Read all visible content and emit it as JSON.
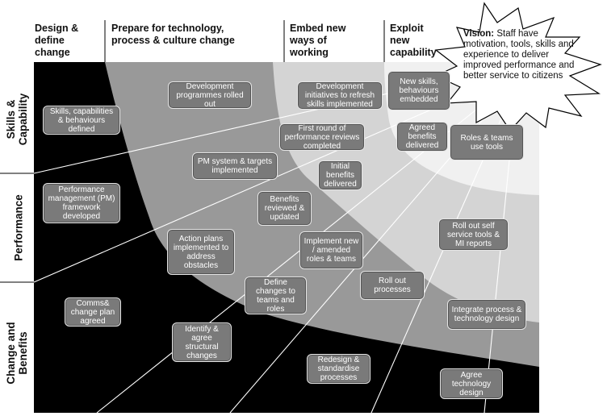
{
  "phases": [
    {
      "id": "design",
      "label": "Design &\ndefine\nchange"
    },
    {
      "id": "prepare",
      "label": "Prepare for technology,\nprocess & culture change"
    },
    {
      "id": "embed",
      "label": "Embed new\nways of\nworking"
    },
    {
      "id": "exploit",
      "label": "Exploit\nnew\ncapability"
    }
  ],
  "rows": [
    {
      "id": "skills",
      "label": "Skills &\nCapability"
    },
    {
      "id": "performance",
      "label": "Performance"
    },
    {
      "id": "change",
      "label": "Change and\nBenefits"
    }
  ],
  "vision": {
    "heading": "Vision:",
    "text": " Staff have motivation, tools, skills and experience to deliver improved performance and better service to citizens"
  },
  "boxes": {
    "dev_programmes": "Development programmes rolled out",
    "dev_initiatives": "Development initiatives to refresh skills implemented",
    "new_skills": "New skills, behaviours embedded",
    "skills_defined": "Skills, capabilities & behaviours defined",
    "first_round": "First round of performance reviews completed",
    "agreed_benefits": "Agreed benefits delivered",
    "roles_teams_tools": "Roles & teams use tools",
    "pm_system": "PM system & targets implemented",
    "initial_benefits": "Initial benefits delivered",
    "pm_framework": "Performance management (PM) framework developed",
    "benefits_reviewed": "Benefits reviewed & updated",
    "roll_out_self": "Roll out self service tools & MI reports",
    "action_plans": "Action plans implemented to address obstacles",
    "implement_roles": "Implement new / amended roles & teams",
    "roll_out_processes": "Roll out processes",
    "define_changes": "Define changes to teams and roles",
    "comms": "Comms& change plan agreed",
    "integrate": "Integrate process & technology design",
    "identify": "Identify & agree structural changes",
    "redesign": "Redesign & standardise processes",
    "agree_tech": "Agree technology design"
  }
}
